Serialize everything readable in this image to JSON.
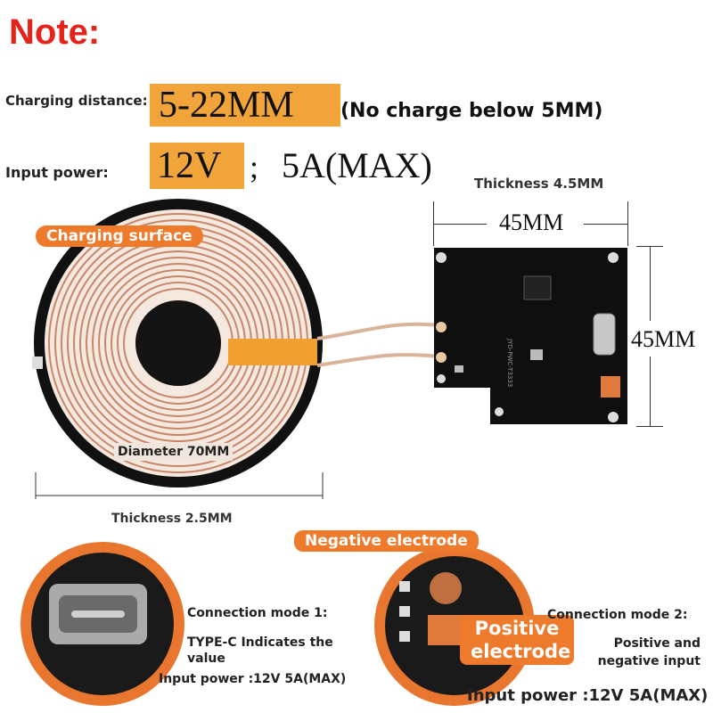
{
  "note": {
    "title": "Note:"
  },
  "specs": {
    "distance_label": "Charging distance:",
    "distance_value": "5-22MM",
    "distance_note": "(No charge below 5MM)",
    "power_label": "Input power:",
    "power_voltage": "12V",
    "power_sep": ";",
    "power_current": "5A(MAX)"
  },
  "pcb": {
    "thickness": "Thickness 4.5MM",
    "width": "45MM",
    "height": "45MM",
    "silk": "JYD-PWC-T3333"
  },
  "coil": {
    "tag": "Charging surface",
    "diameter": "Diameter 70MM",
    "thickness": "Thickness 2.5MM"
  },
  "mode1": {
    "title": "Connection mode 1:",
    "desc": "TYPE-C Indicates the value",
    "power": "Input power :12V 5A(MAX)"
  },
  "mode2": {
    "negative_tag": "Negative electrode",
    "positive_tag": "Positive electrode",
    "title": "Connection mode 2:",
    "desc": "Positive and negative input",
    "power": "Input power :12V 5A(MAX)"
  },
  "colors": {
    "accent": "#ee7a2c",
    "highlight": "#f0a43a",
    "note_red": "#e6231b"
  }
}
